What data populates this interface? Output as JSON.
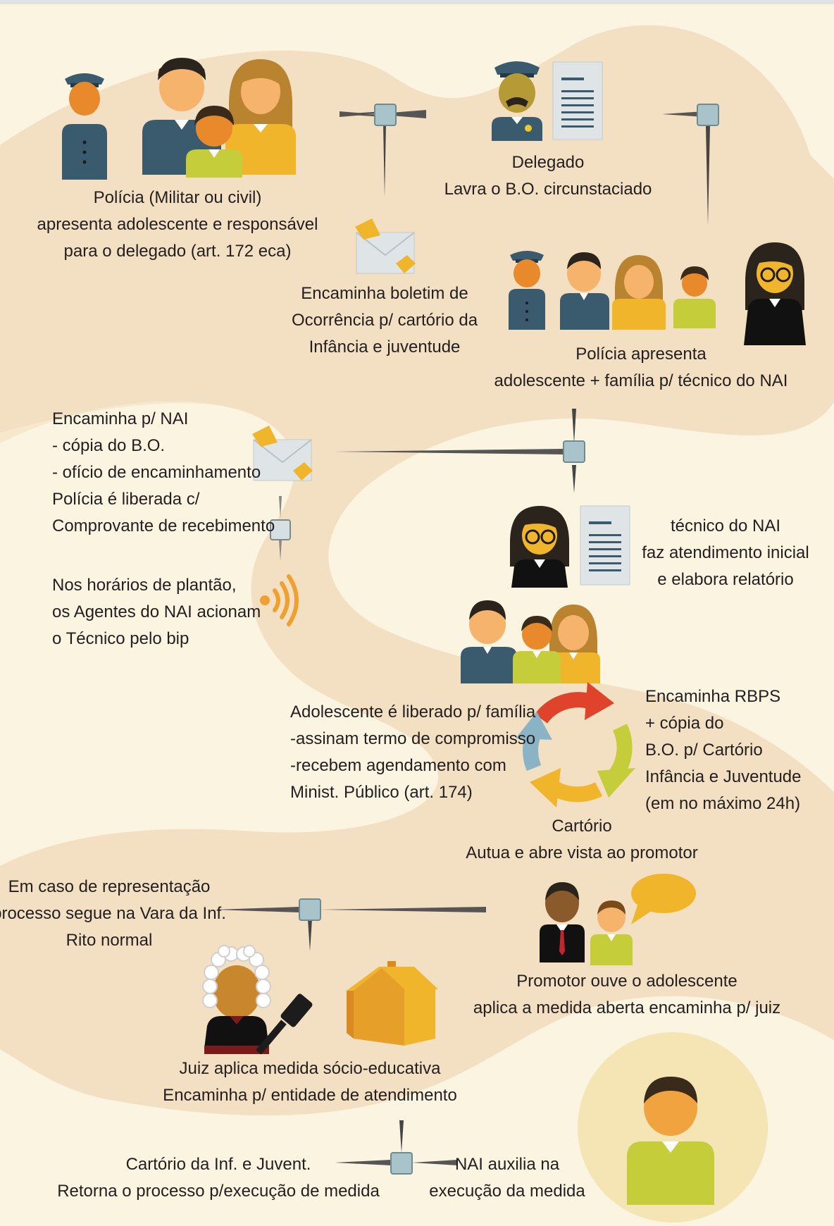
{
  "steps": {
    "s1": [
      "Polícia (Militar ou civil)",
      "apresenta adolescente e responsável",
      "para o delegado (art. 172 eca)"
    ],
    "s2": [
      "Delegado",
      "Lavra o B.O. circunstaciado"
    ],
    "s3": [
      "Encaminha boletim de",
      "Ocorrência p/ cartório da",
      "Infância e juventude"
    ],
    "s4": [
      "Polícia apresenta",
      "adolescente + família p/ técnico do NAI"
    ],
    "s5": [
      "Encaminha p/ NAI",
      "- cópia do B.O.",
      "- ofício de encaminhamento",
      "Polícia é liberada c/",
      "Comprovante de recebimento"
    ],
    "s6": [
      "técnico do NAI",
      "faz atendimento inicial",
      "e elabora relatório"
    ],
    "s7": [
      "Nos horários de plantão,",
      "os Agentes do NAI acionam",
      "o Técnico pelo bip"
    ],
    "s8": [
      "Adolescente é liberado p/ família",
      "-assinam termo de compromisso",
      "-recebem agendamento com",
      "Minist. Público (art. 174)"
    ],
    "s9": [
      "Encaminha RBPS",
      "+ cópia do",
      "B.O. p/ Cartório",
      "Infância e Juventude",
      "(em no máximo 24h)"
    ],
    "s10": [
      "Cartório",
      "Autua e abre vista ao promotor"
    ],
    "s11": [
      "Em caso de representação",
      "processo segue na Vara da Inf.",
      "Rito normal"
    ],
    "s12": [
      "Promotor ouve o adolescente",
      "aplica a medida aberta encaminha p/ juiz"
    ],
    "s13": [
      "Juiz aplica medida sócio-educativa",
      "Encaminha p/ entidade de atendimento"
    ],
    "s14": [
      "Cartório da Inf. e Juvent.",
      "Retorna o processo p/execução de medida"
    ],
    "s15": [
      "NAI auxilia na",
      "execução da medida"
    ]
  },
  "colors": {
    "background": "#fbf4e1",
    "path": "#f3dfc1",
    "navy": "#3a5b6d",
    "orange_skin": "#e88a2c",
    "light_skin": "#f6b36c",
    "yellow": "#f1b52c",
    "lime": "#c6cd3b",
    "hair": "#2a241c",
    "connector": "#a8c3c9",
    "dark": "#1c1c1c"
  },
  "icons": [
    "police-officer-icon",
    "parents-icon",
    "child-icon",
    "delegate-icon",
    "document-icon",
    "envelope-icon",
    "judge-woman-icon",
    "signal-bip-icon",
    "cycle-arrows-icon",
    "prosecutor-icon",
    "speech-bubble-icon",
    "judge-icon",
    "gavel-icon",
    "house-icon",
    "adolescent-icon"
  ]
}
